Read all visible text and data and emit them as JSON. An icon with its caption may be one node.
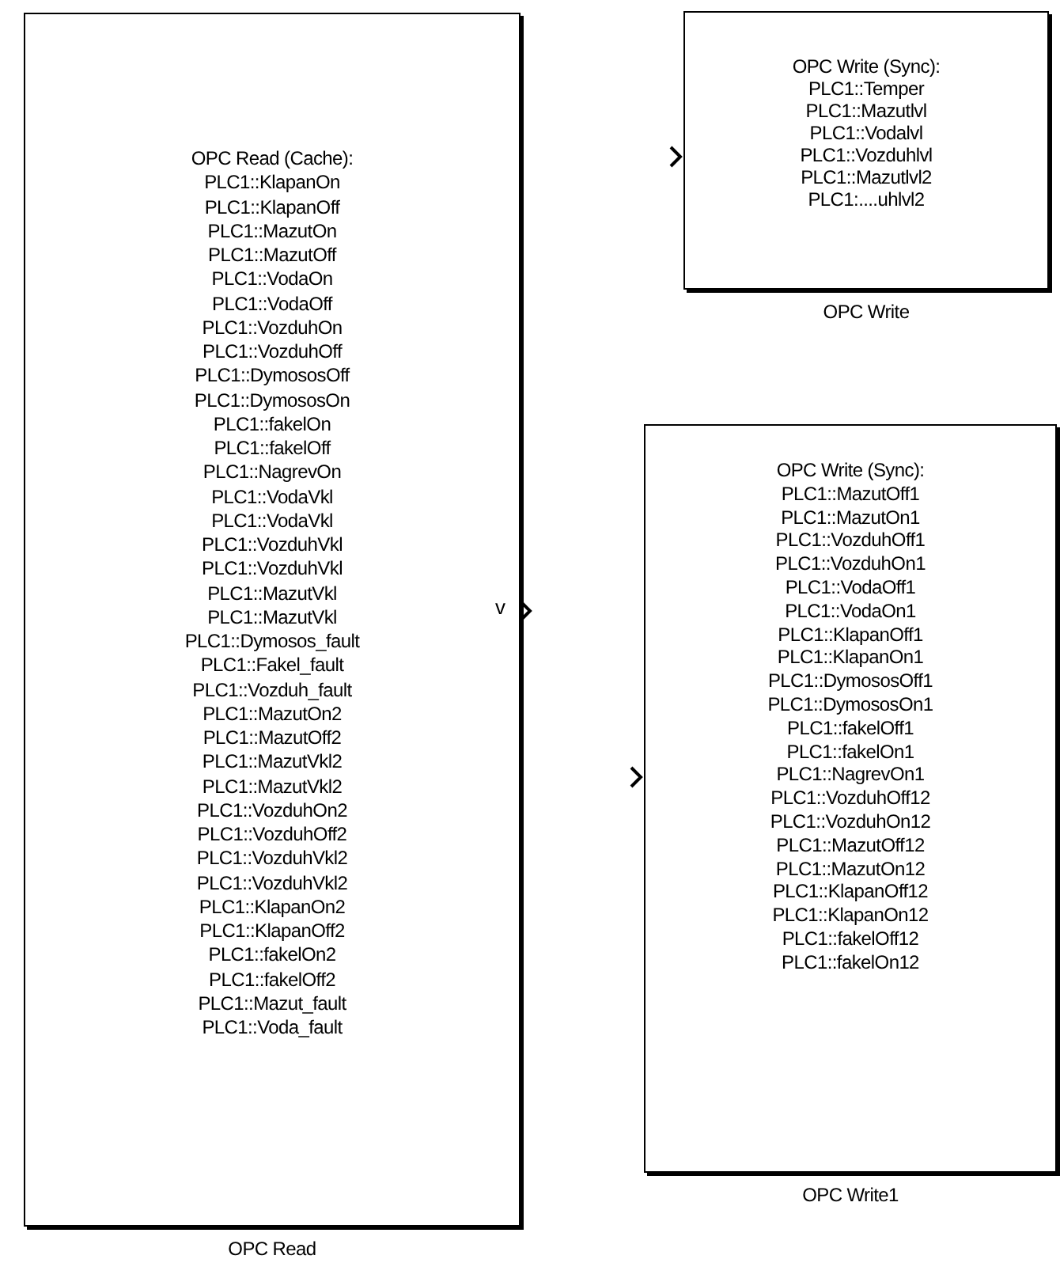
{
  "diagram": {
    "nodes": [
      {
        "text": [
          "OPC Read (Cache):",
          "PLC1::KlapanOn",
          "PLC1::KlapanOff",
          "PLC1::MazutOn",
          "PLC1::MazutOff",
          "PLC1::VodaOn",
          "PLC1::VodaOff",
          "PLC1::VozduhOn",
          "PLC1::VozduhOff",
          "PLC1::DymososOff",
          "PLC1::DymososOn",
          "PLC1::fakelOn",
          "PLC1::fakelOff",
          "PLC1::NagrevOn",
          "PLC1::VodaVkl",
          "PLC1::VodaVkl",
          "PLC1::VozduhVkl",
          "PLC1::VozduhVkl",
          "PLC1::MazutVkl",
          "PLC1::MazutVkl",
          "PLC1::Dymosos_fault",
          "PLC1::Fakel_fault",
          "PLC1::Vozduh_fault",
          "PLC1::MazutOn2",
          "PLC1::MazutOff2",
          "PLC1::MazutVkl2",
          "PLC1::MazutVkl2",
          "PLC1::VozduhOn2",
          "PLC1::VozduhOff2",
          "PLC1::VozduhVkl2",
          "PLC1::VozduhVkl2",
          "PLC1::KlapanOn2",
          "PLC1::KlapanOff2",
          "PLC1::fakelOn2",
          "PLC1::fakelOff2",
          "PLC1::Mazut_fault",
          "PLC1::Voda_fault",
          "OPC Read"
        ]
      },
      {
        "text": [
          "OPC Write (Sync):",
          "PLC1::Temper",
          "PLC1::Mazutlvl",
          "PLC1::Vodalvl",
          "PLC1::Vozduhlvl",
          "PLC1::Mazutlvl2",
          "PLC1:....uhlvl2",
          "OPC Write"
        ]
      },
      {
        "text": [
          "OPC Write (Sync):",
          "PLC1::MazutOff1",
          "PLC1::MazutOn1",
          "PLC1::VozduhOff1",
          "PLC1::VozduhOn1",
          "PLC1::VodaOff1",
          "PLC1::VodaOn1",
          "PLC1::KlapanOff1",
          "PLC1::KlapanOn1",
          "PLC1::DymososOff1",
          "PLC1::DymososOn1",
          "PLC1::fakelOff1",
          "PLC1::fakelOn1",
          "PLC1::NagrevOn1",
          "PLC1::VozduhOff12",
          "PLC1::VozduhOn12",
          "PLC1::MazutOff12",
          "PLC1::MazutOn12",
          "PLC1::KlapanOff12",
          "PLC1::KlapanOn12",
          "PLC1::fakelOff12",
          "PLC1::fakelOn12",
          "OPC Write1"
        ]
      }
    ],
    "labels": [
      "v"
    ]
  }
}
